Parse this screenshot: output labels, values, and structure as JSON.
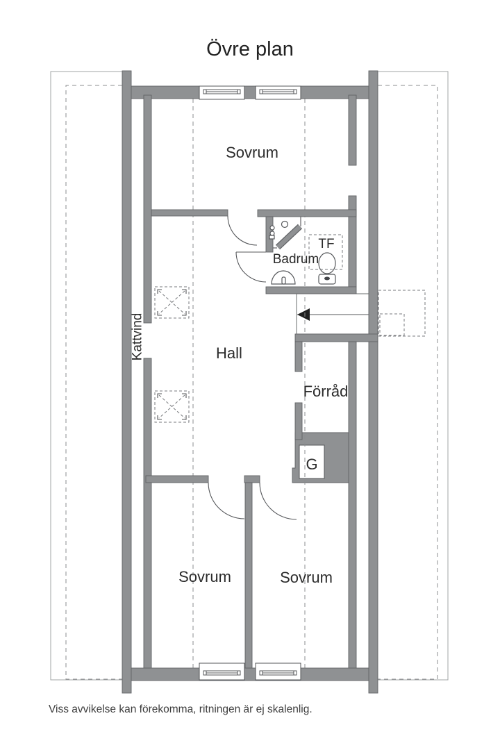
{
  "title": "Övre plan",
  "footer": "Viss avvikelse kan förekomma, ritningen är ej skalenlig.",
  "labels": {
    "sovrum_top": "Sovrum",
    "sovrum_bottom_left": "Sovrum",
    "sovrum_bottom_right": "Sovrum",
    "hall": "Hall",
    "badrum": "Badrum",
    "kattvind": "Kattvind",
    "forrad": "Förråd",
    "wardrobe": "G",
    "roof_window": "TF"
  },
  "colors": {
    "wall_fill": "#8f9193",
    "wall_outline": "#606265",
    "thin_line": "#55575a",
    "dashed_line": "#8b8d8f",
    "text": "#2b2b2b",
    "background": "#ffffff"
  }
}
